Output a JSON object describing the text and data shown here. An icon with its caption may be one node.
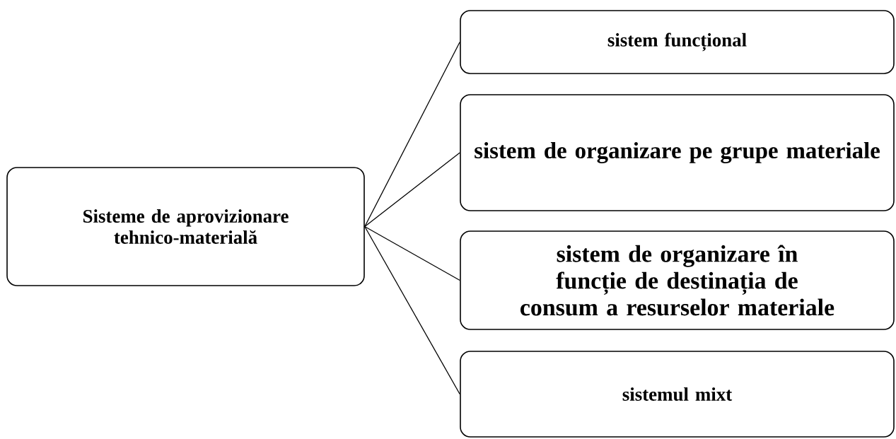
{
  "diagram": {
    "nodes": [
      {
        "text": [
          "Sisteme de aprovizionare tehnico-materială"
        ]
      },
      {
        "text": [
          "sistem funcțional"
        ]
      },
      {
        "text": [
          "sistem de organizare pe grupe materiale"
        ]
      },
      {
        "text": [
          "sistem de organizare în funcție de destinația de consum a resurselor materiale"
        ]
      },
      {
        "text": [
          "sistemul mixt"
        ]
      }
    ],
    "edges": [
      {
        "from": 0,
        "to": 1,
        "arrow": "none"
      },
      {
        "from": 0,
        "to": 2,
        "arrow": "none"
      },
      {
        "from": 0,
        "to": 3,
        "arrow": "none"
      },
      {
        "from": 0,
        "to": 4,
        "arrow": "none"
      }
    ]
  }
}
